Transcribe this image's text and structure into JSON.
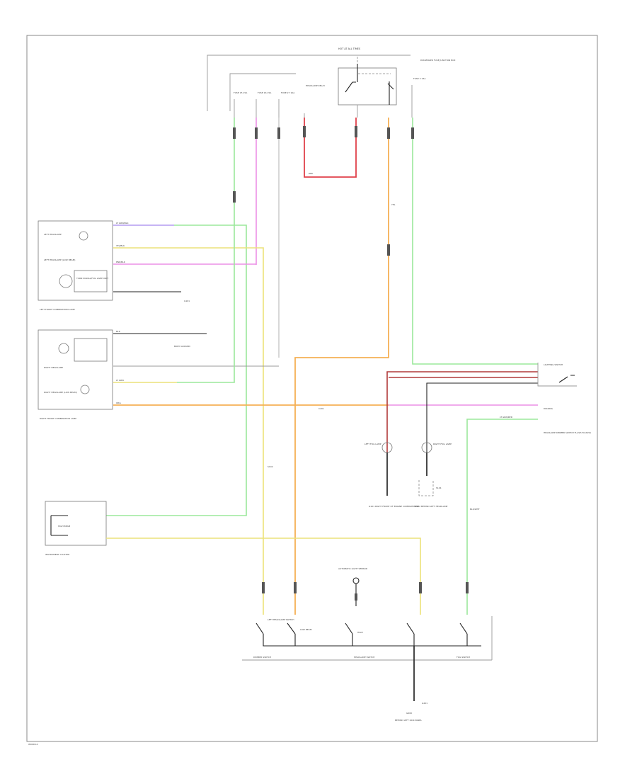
{
  "diagram": {
    "footer_code": "W0000-0",
    "top_labels": {
      "battery_hot": "HOT AT ALL TIMES",
      "ecm": "PASSENGER FUSE JUNCTION BOX",
      "headlamp_relay": "HEADLAMP RELAY",
      "fuse_a": "FUSE 15 15A",
      "fuse_b": "FUSE 16 15A",
      "fuse_c": "FUSE 27 10A",
      "fuse_d": "FUSE 3 15A"
    },
    "left_labels": {
      "left_front_lamp": "LEFT FRONT COMBINATION LAMP",
      "left_highbeam": "LEFT HEADLAMP",
      "left_lowbeam": "LEFT HEADLAMP (LOW BEAM)",
      "turn_unit": "TURN SIGNAL/FOG LAMP UNIT",
      "right_front_lamp": "RIGHT FRONT COMBINATION LAMP",
      "right_highbeam": "RIGHT HEADLAMP",
      "right_lowbeam": "RIGHT HEADLAMP (LOW BEAM)",
      "instrument_cluster": "INSTRUMENT CLUSTER",
      "high_beam_ind": "HIGH BEAM",
      "ground_a": "G101",
      "ground_b": "BODY GROUND",
      "splice_a": "S101",
      "splice_b": "S102"
    },
    "middle_labels": {
      "left_lamp": "LEFT FOG LAMP",
      "right_lamp": "RIGHT FOG LAMP",
      "ground_note_a": "G101 RIGHT FRONT OF ENGINE COMPARTMENT",
      "ground_note_b": "G102 BEHIND LEFT HEADLAMP",
      "connector": "C201"
    },
    "right_labels": {
      "switch": "LIGHTING SWITCH",
      "passing": "PASSING",
      "lamp_unit": "HEADLAMP DIMMER SWITCH FLASH-TO-PASS",
      "ground": "G201"
    },
    "bottom_labels": {
      "auto_light": "AUTOMATIC LIGHT SENSOR",
      "left_sw": "LEFT HEADLAMP SWITCH",
      "low_sw": "LOW BEAM",
      "high_sw": "HIGH",
      "sw_group_a": "DIMMER SWITCH",
      "sw_group_b": "HEADLAMP SWITCH",
      "sw_group_c": "FOG SWITCH",
      "bottom_ground": "G200",
      "bottom_ground_note": "BEHIND LEFT KICK PANEL"
    },
    "wire_codes": {
      "w1": "LT GRN/BLK",
      "w2": "YEL/BLK",
      "w3": "PNK/BLK",
      "w4": "BLK",
      "w5": "LT GRN",
      "w6": "ORG",
      "w7": "RED",
      "w8": "YEL",
      "w9": "BLK/WHT",
      "w10": "LT GRN/RED"
    }
  }
}
